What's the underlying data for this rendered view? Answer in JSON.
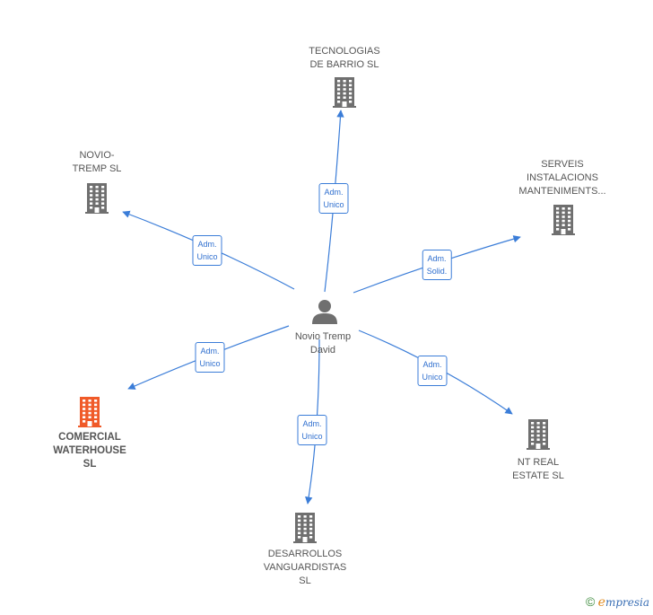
{
  "center": {
    "name": "Novio Tremp\nDavid"
  },
  "companies": [
    {
      "id": "tecnologias",
      "name": "TECNOLOGIAS\nDE BARRIO  SL",
      "role": "Adm.\nUnico",
      "highlight": false
    },
    {
      "id": "novio-tremp",
      "name": "NOVIO-\nTREMP  SL",
      "role": "Adm.\nUnico",
      "highlight": false
    },
    {
      "id": "serveis",
      "name": "SERVEIS\nINSTALACIONS\nMANTENIMENTS...",
      "role": "Adm.\nSolid.",
      "highlight": false
    },
    {
      "id": "comercial",
      "name": "COMERCIAL\nWATERHOUSE\nSL",
      "role": "Adm.\nUnico",
      "highlight": true
    },
    {
      "id": "nt-real",
      "name": "NT REAL\nESTATE  SL",
      "role": "Adm.\nUnico",
      "highlight": false
    },
    {
      "id": "desarrollos",
      "name": "DESARROLLOS\nVANGUARDISTAS\nSL",
      "role": "Adm.\nUnico",
      "highlight": false
    }
  ],
  "colors": {
    "edge": "#3b7dd8",
    "building": "#6f6f6f",
    "highlight": "#f05a28",
    "person": "#6f6f6f"
  },
  "brand": {
    "copyright": "©",
    "logo_initial": "e",
    "logo_rest": "mpresia"
  }
}
